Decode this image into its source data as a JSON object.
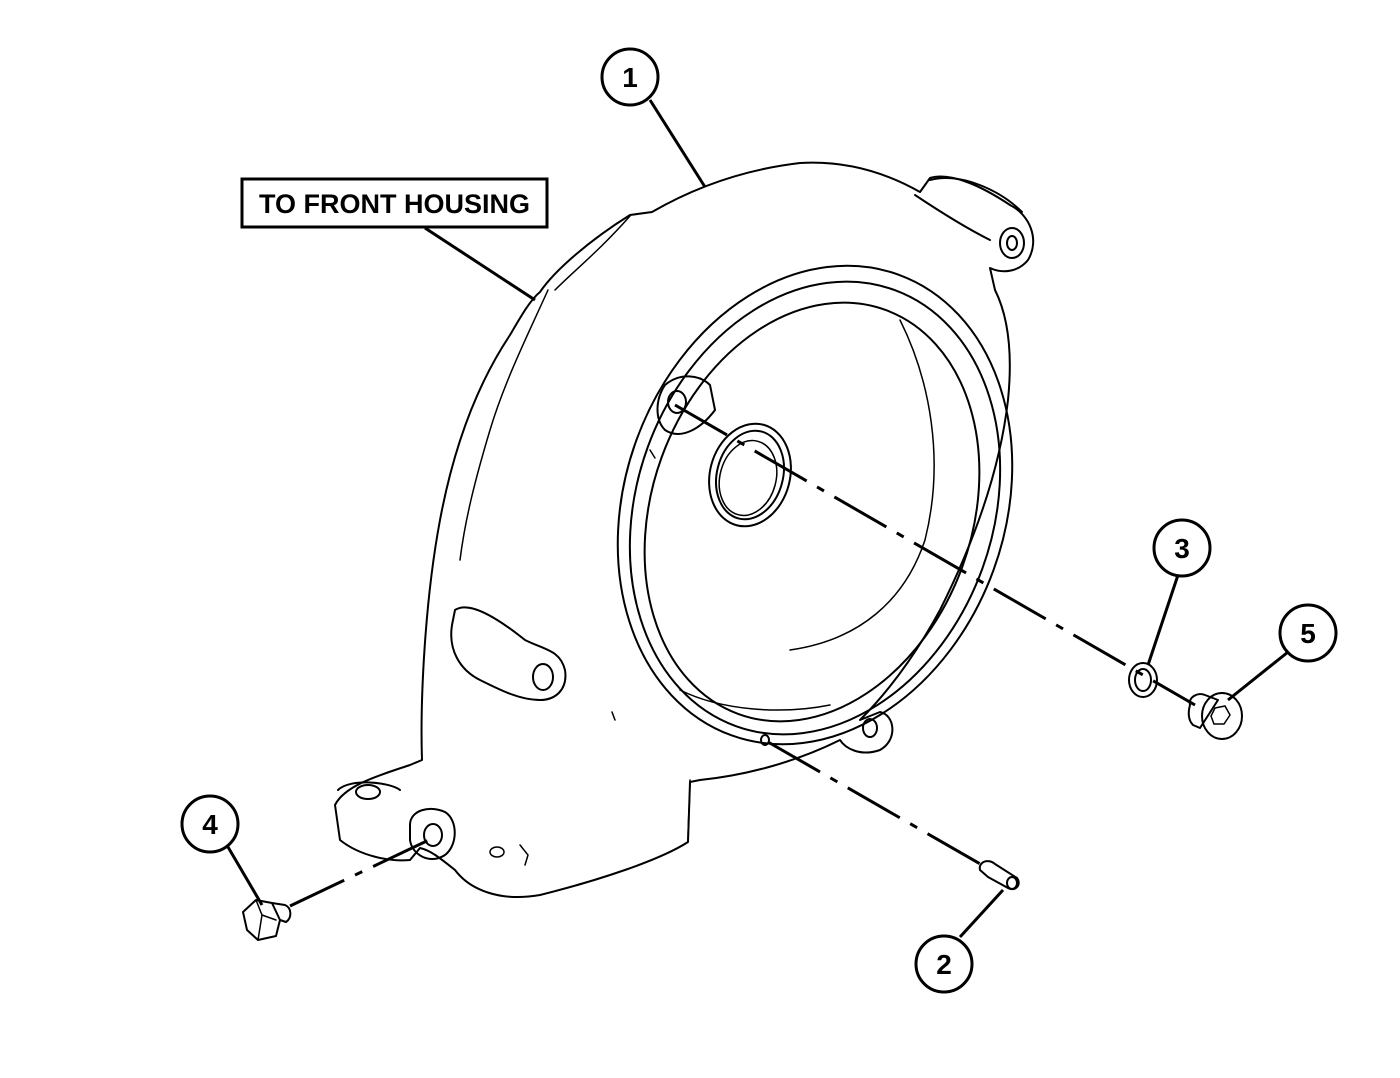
{
  "label_box": {
    "text": "TO FRONT HOUSING"
  },
  "callouts": [
    {
      "id": "1",
      "text": "1"
    },
    {
      "id": "2",
      "text": "2"
    },
    {
      "id": "3",
      "text": "3"
    },
    {
      "id": "4",
      "text": "4"
    },
    {
      "id": "5",
      "text": "5"
    }
  ]
}
